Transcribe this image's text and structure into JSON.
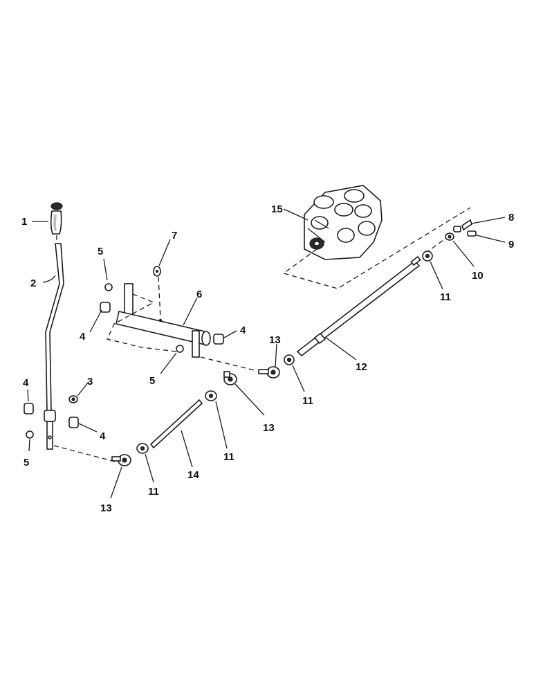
{
  "callouts": {
    "c1": "1",
    "c2": "2",
    "c3": "3",
    "c4a": "4",
    "c4b": "4",
    "c4c": "4",
    "c4d": "4",
    "c5a": "5",
    "c5b": "5",
    "c5c": "5",
    "c6": "6",
    "c7": "7",
    "c8": "8",
    "c9": "9",
    "c10": "10",
    "c11a": "11",
    "c11b": "11",
    "c11c": "11",
    "c11d": "11",
    "c12": "12",
    "c13a": "13",
    "c13b": "13",
    "c13c": "13",
    "c14": "14",
    "c15": "15"
  },
  "colors": {
    "ink": "#1a1a1a",
    "paper": "#ffffff",
    "shade": "#bdbdbd"
  }
}
